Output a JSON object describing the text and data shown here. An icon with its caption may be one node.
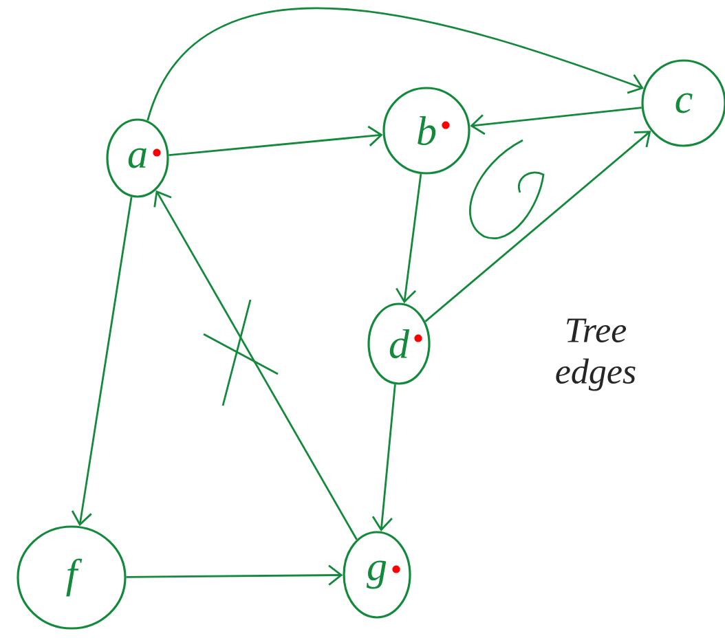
{
  "diagram": {
    "nodes": [
      {
        "text": [
          "a"
        ]
      },
      {
        "text": [
          "b"
        ]
      },
      {
        "text": [
          "c"
        ]
      },
      {
        "text": [
          "d"
        ]
      },
      {
        "text": [
          "f"
        ]
      },
      {
        "text": [
          "g"
        ]
      }
    ],
    "edges": [
      {
        "from": 0,
        "to": 2,
        "arrow": "to"
      },
      {
        "from": 0,
        "to": 1,
        "arrow": "to"
      },
      {
        "from": 2,
        "to": 1,
        "arrow": "to"
      },
      {
        "from": 1,
        "to": 3,
        "arrow": "to"
      },
      {
        "from": 3,
        "to": 2,
        "arrow": "to"
      },
      {
        "from": 0,
        "to": 4,
        "arrow": "to"
      },
      {
        "from": 4,
        "to": 5,
        "arrow": "to"
      },
      {
        "from": 3,
        "to": 5,
        "arrow": "to"
      },
      {
        "from": 5,
        "to": 0,
        "arrow": "to"
      }
    ],
    "labels": [
      "Tree edges"
    ]
  }
}
